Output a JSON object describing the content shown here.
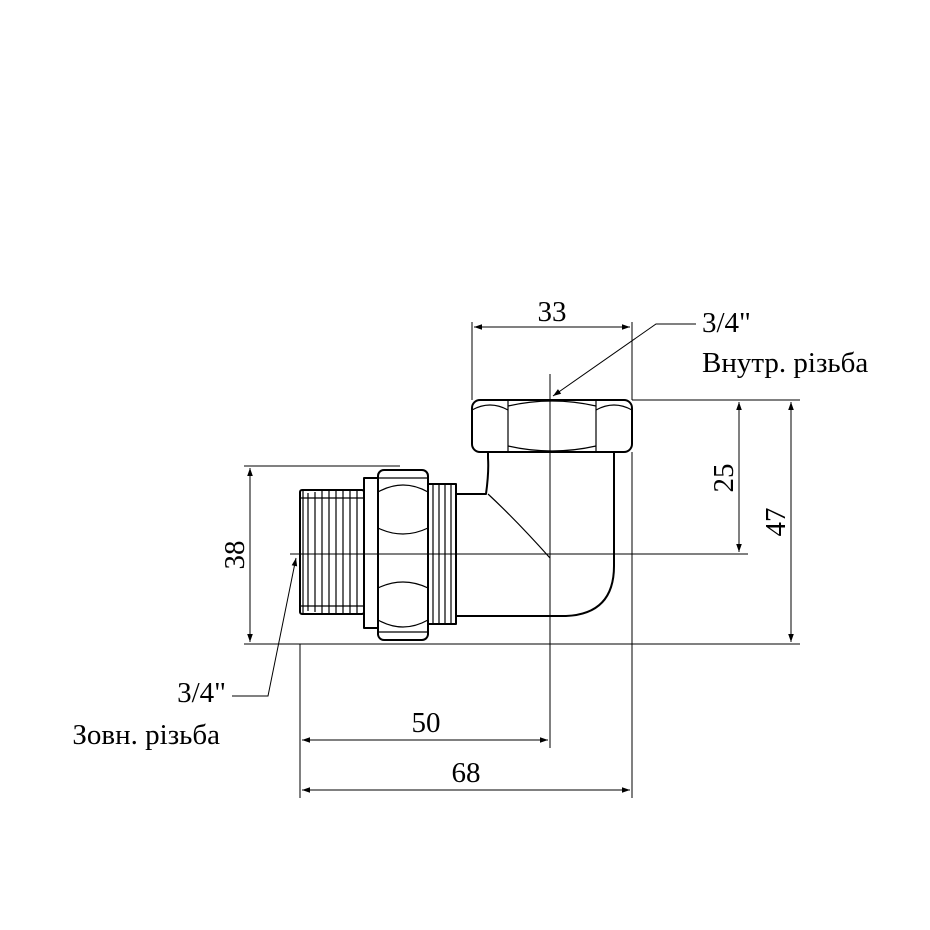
{
  "dimensions": {
    "top_width": "33",
    "nut_height": "25",
    "total_height": "47",
    "male_height": "38",
    "center_length": "50",
    "total_length": "68"
  },
  "callouts": {
    "inner_thread_size": "3/4\"",
    "inner_thread_label": "Внутр. різьба",
    "outer_thread_size": "3/4\"",
    "outer_thread_label": "Зовн. різьба"
  }
}
